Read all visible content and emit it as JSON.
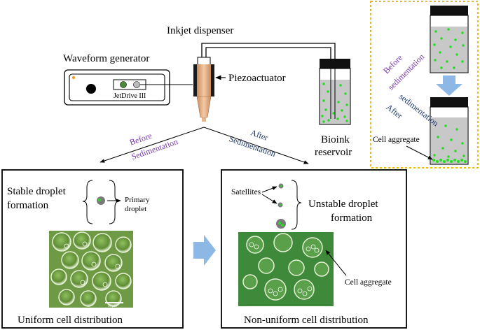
{
  "top": {
    "inkjet_dispenser": "Inkjet dispenser",
    "waveform_generator": "Waveform generator",
    "device_label": "JetDrive III",
    "piezoactuator": "Piezoactuator",
    "bioink_line1": "Bioink",
    "bioink_line2": "reservoir",
    "before_line1": "Before",
    "before_line2": "Sedimentation",
    "after_line1": "After",
    "after_line2": "Sedimentation"
  },
  "inset": {
    "before_line1": "Before",
    "before_line2": "sedimentation",
    "after_line1": "sedimentation",
    "after_line2": "After",
    "cell_aggregate": "Cell aggregate"
  },
  "left_panel": {
    "stable_line1": "Stable droplet",
    "stable_line2": "formation",
    "primary_line1": "Primary",
    "primary_line2": "droplet",
    "caption": "Uniform cell distribution",
    "scale_label": "50 μm"
  },
  "right_panel": {
    "satellites": "Satellites",
    "unstable_line1": "Unstable droplet",
    "unstable_line2": "formation",
    "cell_aggregate": "Cell aggregate",
    "caption": "Non-uniform cell distribution"
  },
  "colors": {
    "purple": "#7a3aa8",
    "navy": "#1f3a6b",
    "inset_border": "#e8b100",
    "bioink_gray": "#c8c8c8",
    "cell_green": "#22dd22",
    "nozzle": "#e8b48c",
    "micro_bg": "#6f9a45",
    "blue_arrow": "#8db8e6"
  }
}
